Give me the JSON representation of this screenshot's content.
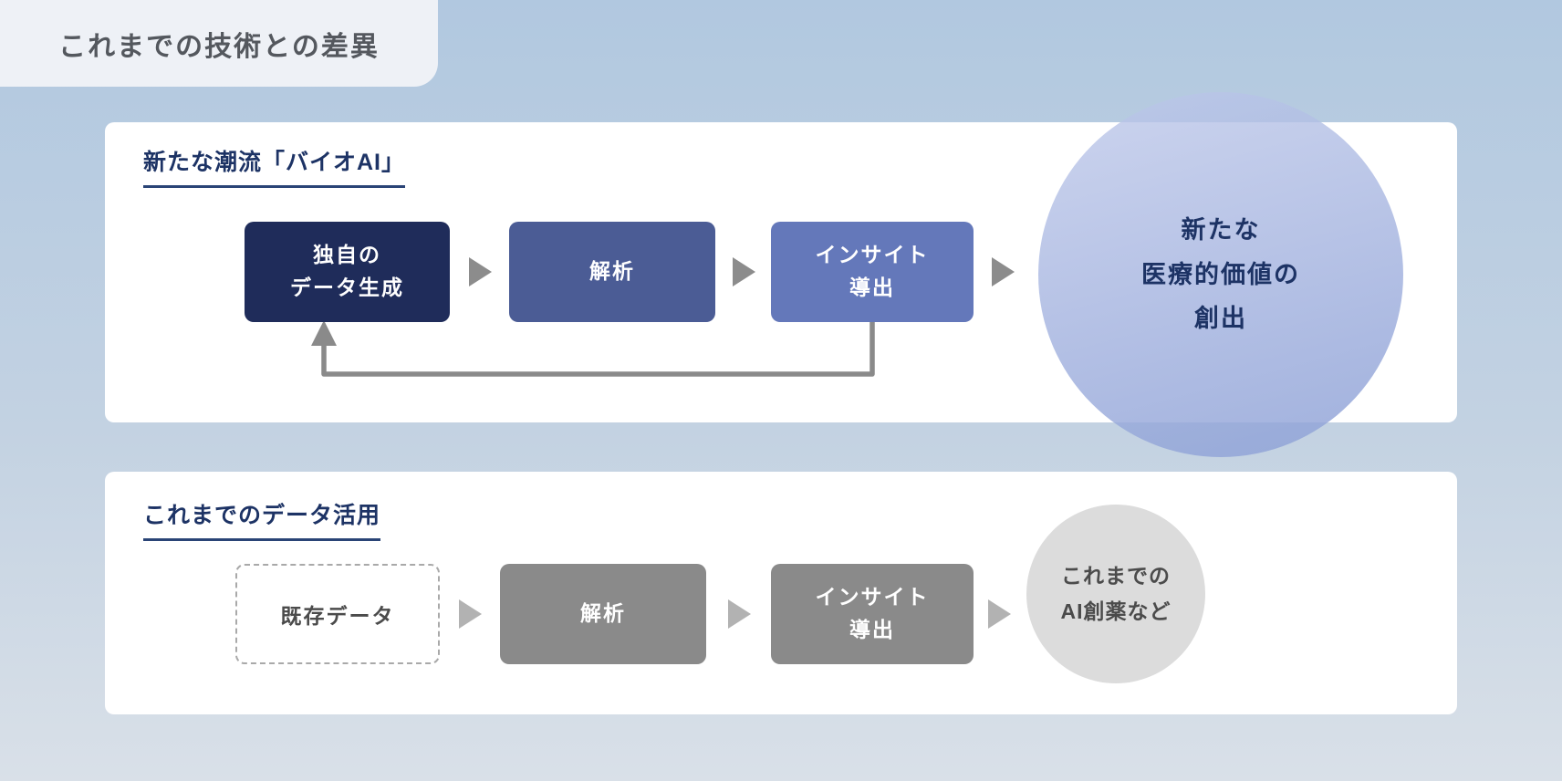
{
  "page": {
    "title_tab": "これまでの技術との差異"
  },
  "colors": {
    "bg_top": "#b1c8e0",
    "bg_bottom": "#d9e0e8",
    "tab_bg": "#eef1f6",
    "tab_text": "#54585e",
    "panel_bg": "#ffffff",
    "navy_text": "#1d3365",
    "underline": "#2a4476",
    "box_dark_navy": "#1f2c5a",
    "box_medium_blue": "#4b5c95",
    "box_light_blue": "#6478ba",
    "box_gray": "#8a8a8a",
    "arrow_gray": "#8c8c8c",
    "arrow_light_gray": "#b2b2b2",
    "loop_arrow": "#8a8a8a",
    "dashed_border": "#a9a9a9",
    "gray_circle_bg": "#dcdcdc",
    "gray_text": "#4b4b4b"
  },
  "sections": {
    "bio_ai": {
      "heading": "新たな潮流「バイオAI」",
      "steps": [
        {
          "label_lines": [
            "独自の",
            "データ生成"
          ]
        },
        {
          "label_lines": [
            "解析"
          ]
        },
        {
          "label_lines": [
            "インサイト",
            "導出"
          ]
        }
      ],
      "outcome_lines": [
        "新たな",
        "医療的価値の",
        "創出"
      ],
      "has_feedback_loop": true
    },
    "conventional": {
      "heading": "これまでのデータ活用",
      "steps": [
        {
          "label_lines": [
            "既存データ"
          ]
        },
        {
          "label_lines": [
            "解析"
          ]
        },
        {
          "label_lines": [
            "インサイト",
            "導出"
          ]
        }
      ],
      "outcome_lines": [
        "これまでの",
        "AI創薬など"
      ]
    }
  }
}
